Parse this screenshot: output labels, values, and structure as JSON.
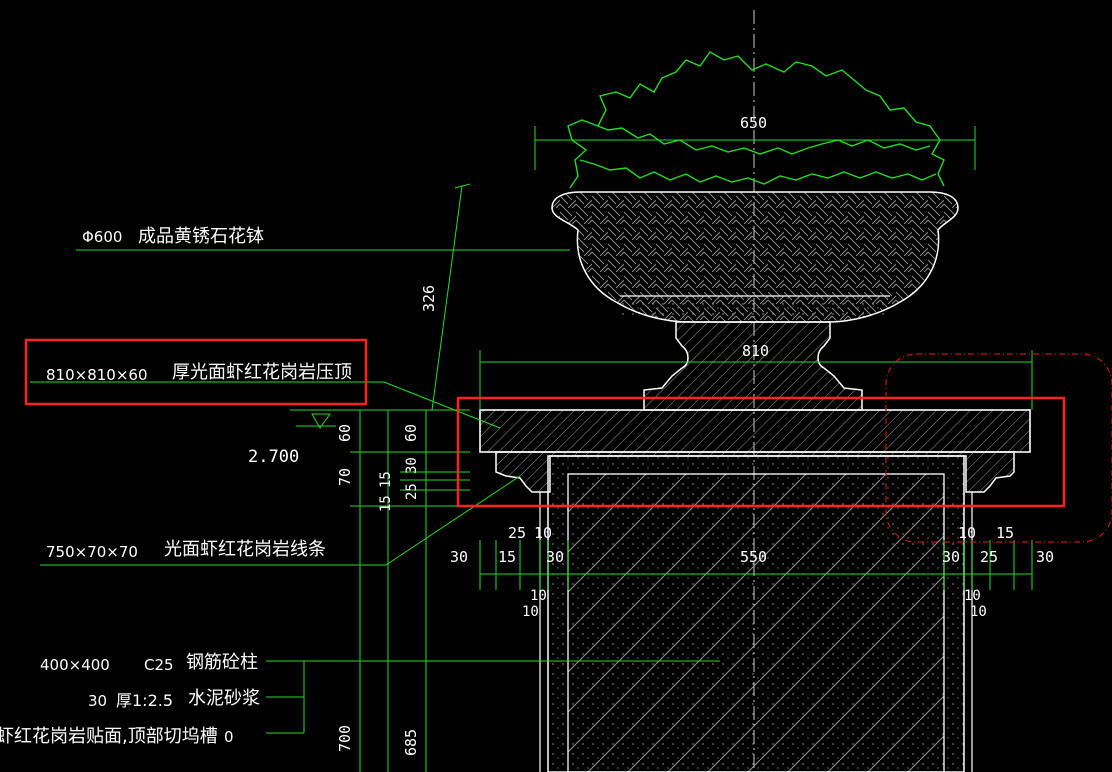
{
  "labels": {
    "flowerpot": {
      "size": "Φ600",
      "text": "成品黄锈石花钵"
    },
    "coping": {
      "size": "810×810×60",
      "text": "厚光面虾红花岗岩压顶"
    },
    "molding": {
      "size": "750×70×70",
      "text": "光面虾红花岗岩线条"
    },
    "column": {
      "size": "400×400",
      "grade": "C25",
      "text": "钢筋砼柱"
    },
    "mortar": {
      "size": "30",
      "ratio": "厚1:2.5",
      "text": "水泥砂浆"
    },
    "facing": {
      "text": "虾红花岗岩贴面,顶部切坞槽",
      "tail": "0"
    }
  },
  "elevation": "2.700",
  "dimensions": {
    "pot_width": "650",
    "coping_width": "810",
    "pot_height": "326",
    "core_width": "550",
    "left_60a": "60",
    "left_60b": "60",
    "left_70": "70",
    "left_15a": "15",
    "left_30": "30",
    "left_15b": "15",
    "left_25": "25",
    "bottom_700": "700",
    "bottom_685": "685",
    "row_left": [
      "30",
      "15",
      "30"
    ],
    "row_left_top": [
      "25",
      "10"
    ],
    "row_left_under": [
      "10",
      "10"
    ],
    "row_right": [
      "30",
      "25",
      "30"
    ],
    "row_right_top": [
      "10",
      "15"
    ],
    "row_right_under": [
      "10",
      "10"
    ]
  },
  "colors": {
    "background": "#000000",
    "outline": "#ffffff",
    "dimension": "#22dd22",
    "highlight": "#ff2222",
    "dashed_highlight": "#c01818",
    "centerline": "#cccccc"
  }
}
